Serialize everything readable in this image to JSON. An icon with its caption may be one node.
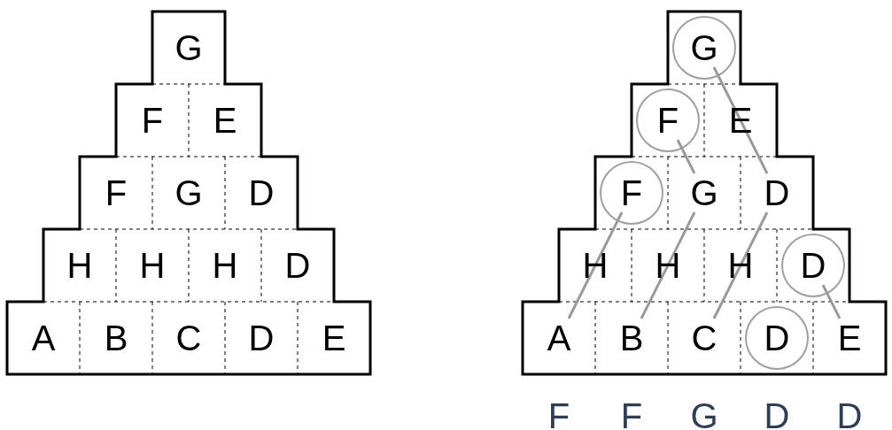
{
  "diagram": {
    "nodes": [
      {
        "text": [
          "G"
        ]
      },
      {
        "text": [
          "F"
        ]
      },
      {
        "text": [
          "E"
        ]
      },
      {
        "text": [
          "F"
        ]
      },
      {
        "text": [
          "G"
        ]
      },
      {
        "text": [
          "D"
        ]
      },
      {
        "text": [
          "H"
        ]
      },
      {
        "text": [
          "H"
        ]
      },
      {
        "text": [
          "H"
        ]
      },
      {
        "text": [
          "D"
        ]
      },
      {
        "text": [
          "A"
        ]
      },
      {
        "text": [
          "B"
        ]
      },
      {
        "text": [
          "C"
        ]
      },
      {
        "text": [
          "D"
        ]
      },
      {
        "text": [
          "E"
        ]
      },
      {
        "text": [
          "G"
        ]
      },
      {
        "text": [
          "F"
        ]
      },
      {
        "text": [
          "E"
        ]
      },
      {
        "text": [
          "F"
        ]
      },
      {
        "text": [
          "G"
        ]
      },
      {
        "text": [
          "D"
        ]
      },
      {
        "text": [
          "H"
        ]
      },
      {
        "text": [
          "H"
        ]
      },
      {
        "text": [
          "H"
        ]
      },
      {
        "text": [
          "D"
        ]
      },
      {
        "text": [
          "A"
        ]
      },
      {
        "text": [
          "B"
        ]
      },
      {
        "text": [
          "C"
        ]
      },
      {
        "text": [
          "D"
        ]
      },
      {
        "text": [
          "E"
        ]
      }
    ],
    "edges": [
      {
        "from": 25,
        "to": 18,
        "arrow": "none"
      },
      {
        "from": 26,
        "to": 19,
        "arrow": "none"
      },
      {
        "from": 19,
        "to": 16,
        "arrow": "none"
      },
      {
        "from": 27,
        "to": 20,
        "arrow": "none"
      },
      {
        "from": 20,
        "to": 15,
        "arrow": "none"
      },
      {
        "from": 29,
        "to": 24,
        "arrow": "none"
      }
    ],
    "labels": [
      "F",
      "F",
      "G",
      "D",
      "D"
    ]
  }
}
